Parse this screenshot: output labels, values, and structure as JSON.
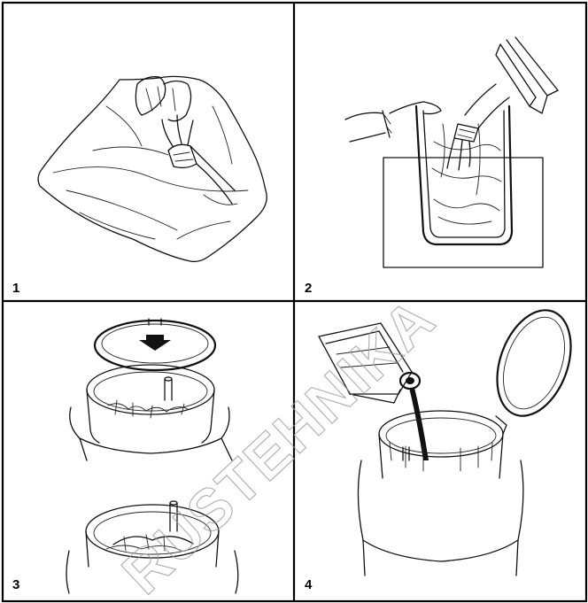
{
  "panels": [
    {
      "label": "1"
    },
    {
      "label": "2"
    },
    {
      "label": "3"
    },
    {
      "label": "4"
    }
  ],
  "watermark": "RUSTEHNIKA"
}
